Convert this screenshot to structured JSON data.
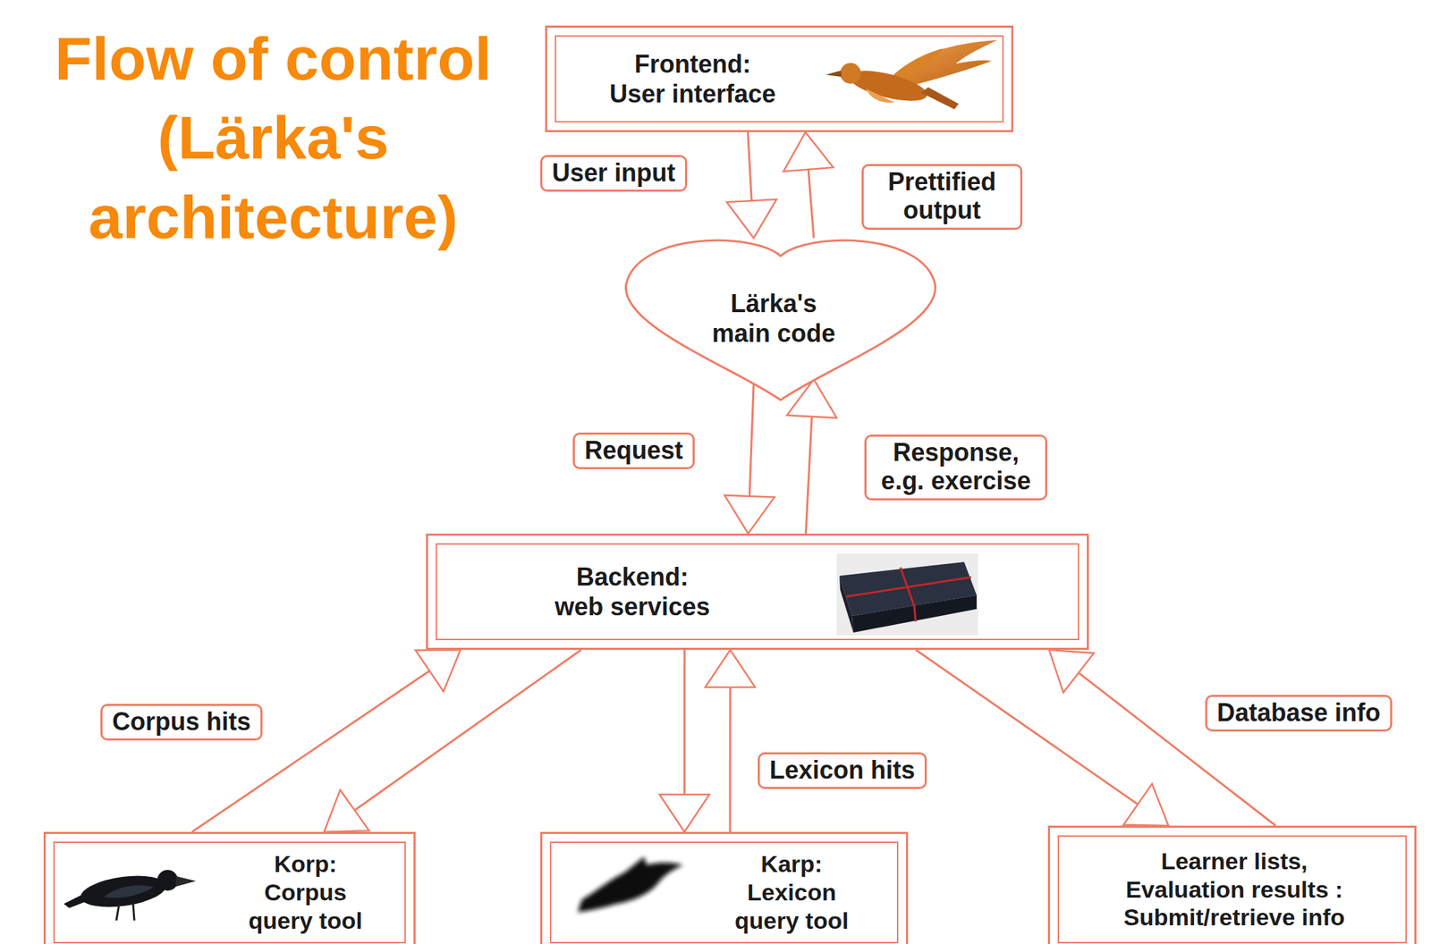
{
  "diagram": {
    "title": "Flow of control (Lärka's architecture)",
    "nodes": [
      {
        "text": [
          "Frontend:",
          "User interface"
        ]
      },
      {
        "text": [
          "Lärka's main code"
        ]
      },
      {
        "text": [
          "Backend:",
          "web services"
        ]
      },
      {
        "text": [
          "Korp:",
          "Corpus query tool"
        ]
      },
      {
        "text": [
          "Karp:",
          "Lexicon query tool"
        ]
      },
      {
        "text": [
          "Learner lists, Evaluation results : Submit/retrieve info"
        ]
      }
    ],
    "edges": [
      {
        "from": 0,
        "to": 1,
        "label": "User input",
        "arrow": "to"
      },
      {
        "from": 1,
        "to": 0,
        "label": "Prettified output",
        "arrow": "to"
      },
      {
        "from": 1,
        "to": 2,
        "label": "Request",
        "arrow": "to"
      },
      {
        "from": 2,
        "to": 1,
        "label": "Response, e.g. exercise",
        "arrow": "to"
      },
      {
        "from": 2,
        "to": 3,
        "arrow": "to"
      },
      {
        "from": 3,
        "to": 2,
        "label": "Corpus hits",
        "arrow": "to"
      },
      {
        "from": 2,
        "to": 4,
        "arrow": "to"
      },
      {
        "from": 4,
        "to": 2,
        "label": "Lexicon hits",
        "arrow": "to"
      },
      {
        "from": 2,
        "to": 5,
        "arrow": "to"
      },
      {
        "from": 5,
        "to": 2,
        "label": "Database info",
        "arrow": "to"
      }
    ]
  }
}
